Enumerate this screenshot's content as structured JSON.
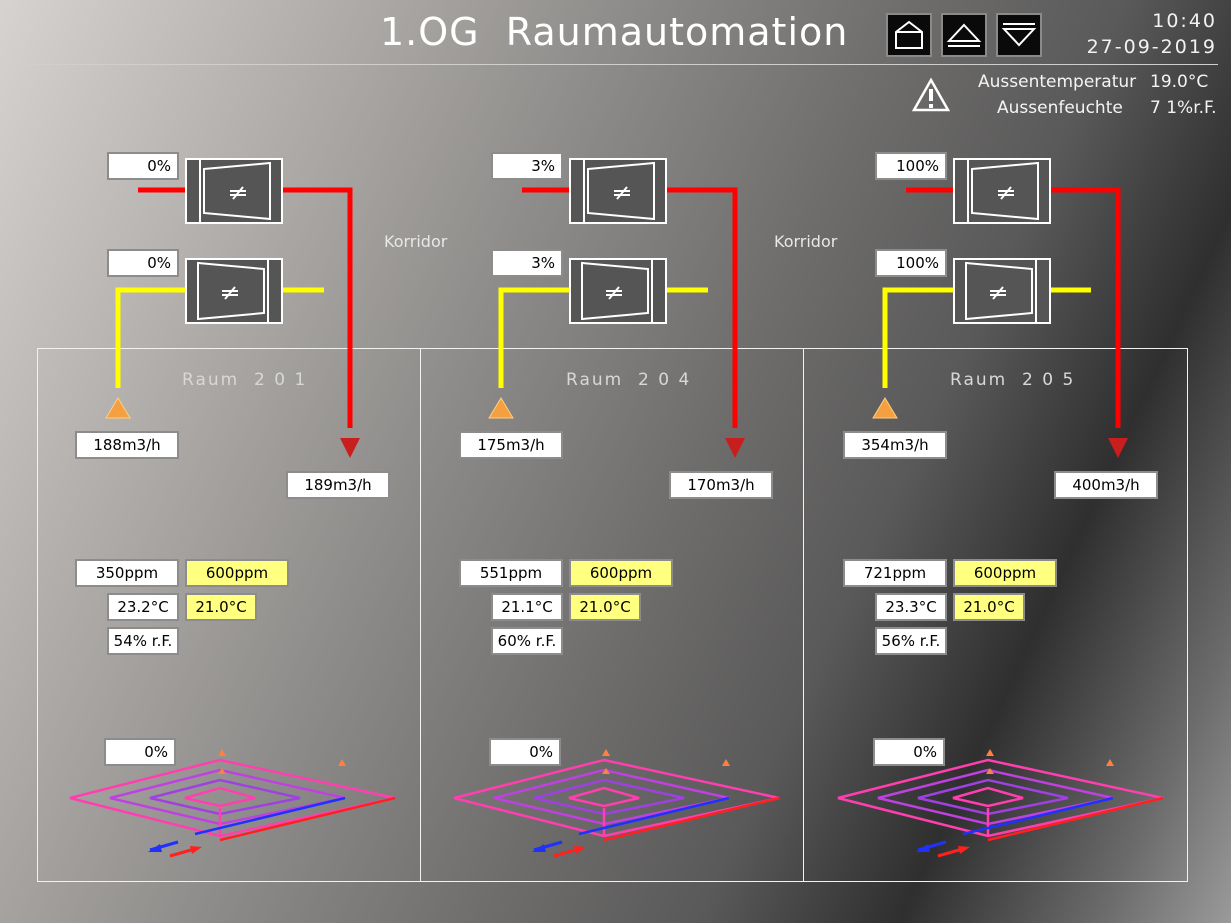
{
  "header": {
    "title": "1.OG  Raumautomation   1",
    "time": "10:40",
    "date": "27-09-2019",
    "nav": {
      "home_icon": "home-icon",
      "up_icon": "arrow-up-icon",
      "down_icon": "arrow-down-icon"
    }
  },
  "outside": {
    "warning_icon": "warning-icon",
    "temp_label": "Aussentemperatur",
    "temp_value": "19.0°C",
    "humidity_label": "Aussenfeuchte",
    "humidity_value": "7 1%r.F."
  },
  "corridor": {
    "label_1": "Korridor",
    "label_2": "Korridor"
  },
  "colors": {
    "supply_line": "#ff0000",
    "exhaust_line": "#ffff00",
    "setpoint_bg": "#ffff80",
    "flow_arrow_out": "#c81e1e",
    "flow_arrow_in": "#f4a040"
  },
  "rooms": [
    {
      "name": "Raum  2 0 1",
      "supply_damper": "0%",
      "exhaust_damper": "0%",
      "exhaust_flow": "188m3/h",
      "supply_flow": "189m3/h",
      "co2": "350ppm",
      "co2_setpoint": "600ppm",
      "temp": "23.2°C",
      "temp_setpoint": "21.0°C",
      "humidity": "54% r.F.",
      "floor_heating_valve": "0%"
    },
    {
      "name": "Raum  2 0 4",
      "supply_damper": "3%",
      "exhaust_damper": "3%",
      "exhaust_flow": "175m3/h",
      "supply_flow": "170m3/h",
      "co2": "551ppm",
      "co2_setpoint": "600ppm",
      "temp": "21.1°C",
      "temp_setpoint": "21.0°C",
      "humidity": "60% r.F.",
      "floor_heating_valve": "0%"
    },
    {
      "name": "Raum  2 0 5",
      "supply_damper": "100%",
      "exhaust_damper": "100%",
      "exhaust_flow": "354m3/h",
      "supply_flow": "400m3/h",
      "co2": "721ppm",
      "co2_setpoint": "600ppm",
      "temp": "23.3°C",
      "temp_setpoint": "21.0°C",
      "humidity": "56% r.F.",
      "floor_heating_valve": "0%"
    }
  ]
}
